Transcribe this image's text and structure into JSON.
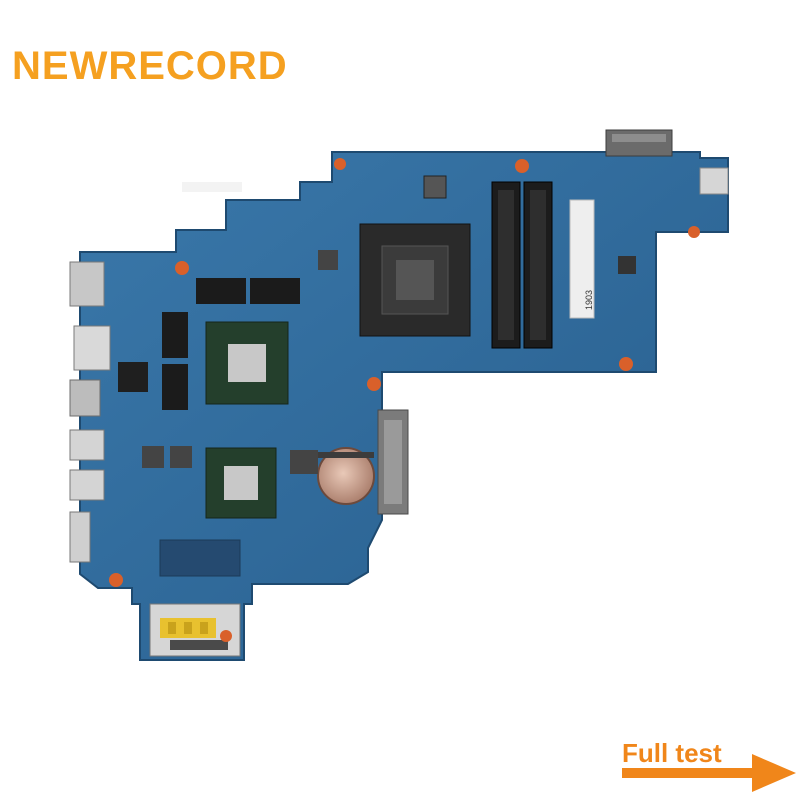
{
  "brand": {
    "text": "NEWRECORD",
    "color": "#f5a020"
  },
  "badge": {
    "text": "Full test",
    "color": "#f0861a"
  },
  "board": {
    "color": "#2f6b9e",
    "silkscreen": [
      "1903"
    ]
  }
}
